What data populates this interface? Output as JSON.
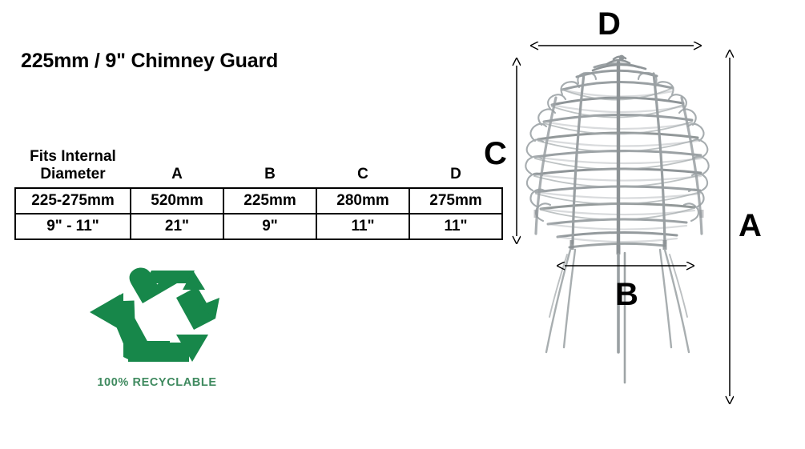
{
  "product": {
    "title": "225mm / 9\" Chimney Guard"
  },
  "spec_table": {
    "headers": {
      "fits_internal_diameter_line1": "Fits Internal",
      "fits_internal_diameter_line2": "Diameter",
      "a": "A",
      "b": "B",
      "c": "C",
      "d": "D"
    },
    "rows": [
      {
        "fits": "225-275mm",
        "a": "520mm",
        "b": "225mm",
        "c": "280mm",
        "d": "275mm"
      },
      {
        "fits": "9\" - 11\"",
        "a": "21\"",
        "b": "9\"",
        "c": "11\"",
        "d": "11\""
      }
    ]
  },
  "recycle_badge": {
    "caption": "100% RECYCLABLE",
    "icon": "recycle-arrows-icon",
    "arrow_color": "#17874a",
    "caption_color": "#3f8a5f"
  },
  "illustration": {
    "alt": "wire chimney guard balloon",
    "wire_color": "#9aa0a3",
    "dimension_labels": {
      "a": "A",
      "b": "B",
      "c": "C",
      "d": "D"
    }
  }
}
